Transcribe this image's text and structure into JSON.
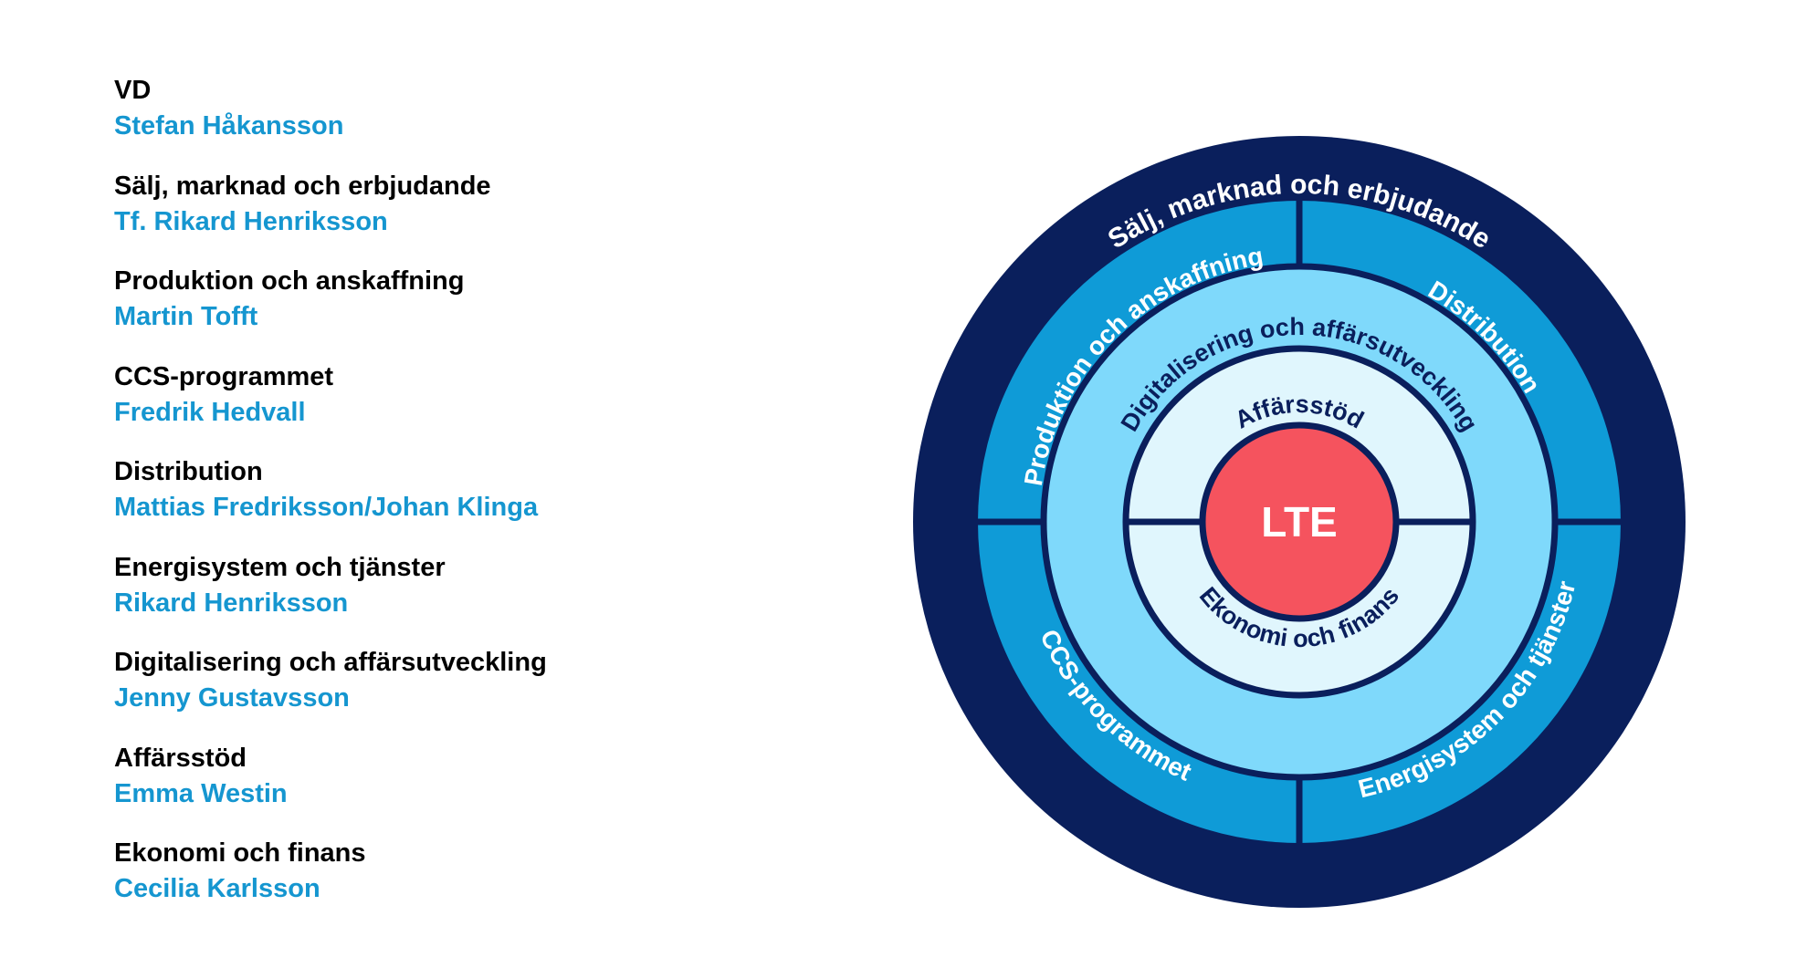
{
  "roles": [
    {
      "title": "VD",
      "person": "Stefan Håkansson"
    },
    {
      "title": "Sälj, marknad och erbjudande",
      "person": "Tf. Rikard Henriksson"
    },
    {
      "title": "Produktion och anskaffning",
      "person": "Martin Tofft"
    },
    {
      "title": "CCS-programmet",
      "person": "Fredrik Hedvall"
    },
    {
      "title": "Distribution",
      "person": "Mattias Fredriksson/Johan Klinga"
    },
    {
      "title": "Energisystem och tjänster",
      "person": "Rikard Henriksson"
    },
    {
      "title": "Digitalisering och affärsutveckling",
      "person": "Jenny Gustavsson"
    },
    {
      "title": "Affärsstöd",
      "person": "Emma Westin"
    },
    {
      "title": "Ekonomi och finans",
      "person": "Cecilia Karlsson"
    }
  ],
  "wheel": {
    "outer_ring": "Sälj, marknad och erbjudande",
    "quadrants": {
      "top_left": "Produktion och anskaffning",
      "top_right": "Distribution",
      "bottom_left": "CCS-programmet",
      "bottom_right": "Energisystem och tjänster"
    },
    "middle_ring": "Digitalisering och affärsutveckling",
    "inner_top": "Affärsstöd",
    "inner_bottom": "Ekonomi och finans",
    "center": "LTE"
  },
  "colors": {
    "role_text": "#000000",
    "person_text": "#1596d0",
    "outer_ring": "#0a1f5c",
    "quadrant_ring": "#0f9bd7",
    "middle_ring": "#7fd9fb",
    "inner_ring": "#e0f6fd",
    "center": "#f5535e",
    "divider": "#0a1f5c"
  }
}
